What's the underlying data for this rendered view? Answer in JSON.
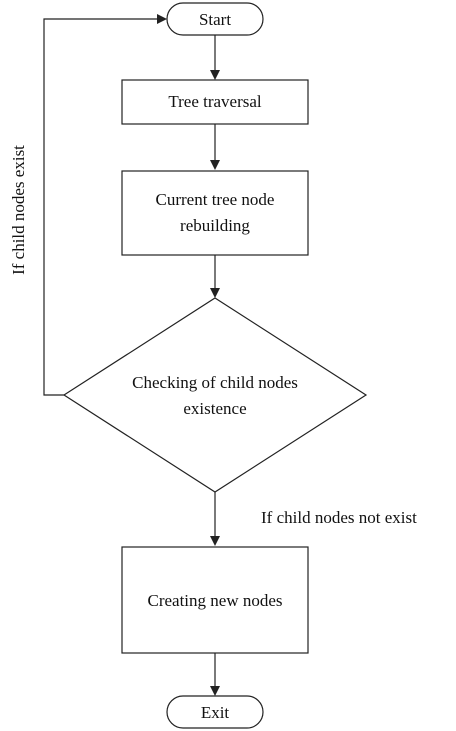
{
  "diagram": {
    "start": {
      "label": "Start"
    },
    "tree_traversal": {
      "label": "Tree traversal"
    },
    "rebuilding": {
      "line1": "Current tree node",
      "line2": "rebuilding"
    },
    "decision": {
      "line1": "Checking of child nodes",
      "line2": "existence"
    },
    "create_nodes": {
      "label": "Creating new nodes"
    },
    "exit": {
      "label": "Exit"
    },
    "edges": {
      "loop_back": {
        "label": "If child nodes exist"
      },
      "continue": {
        "label": "If child nodes not exist"
      }
    }
  }
}
